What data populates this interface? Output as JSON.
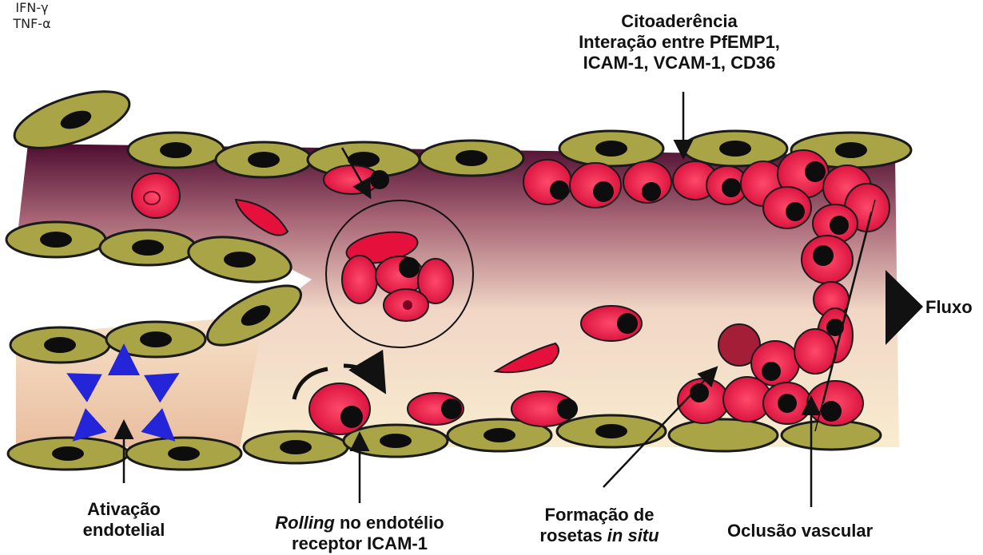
{
  "labels": {
    "cytoadherence": {
      "title": "Citoaderência",
      "line1": "Interação entre PfEMP1,",
      "line2": "ICAM-1, VCAM-1, CD36"
    },
    "flow": "Fluxo",
    "activation": {
      "line1": "Ativação",
      "line2": "endotelial"
    },
    "rolling": {
      "italic": "Rolling",
      "rest": " no endotélio",
      "line2": "receptor ICAM-1"
    },
    "rosettes": {
      "line1": "Formação de",
      "line2_plain": "rosetas ",
      "line2_italic": "in situ"
    },
    "occlusion": "Oclusão vascular",
    "cytokines": {
      "ifn": "IFN-γ",
      "tnf": "TNF-α"
    }
  },
  "colors": {
    "endothelial_cell": "#a9a547",
    "endothelial_nucleus": "#0d0d0d",
    "erythrocyte": "#e5103c",
    "erythrocyte_dark": "#a51e38",
    "lumen_top": "#5c1238",
    "lumen_mid": "#d8a0a4",
    "lumen_bottom": "#f7e8c8",
    "cytokine_arrow": "#2424d8"
  }
}
